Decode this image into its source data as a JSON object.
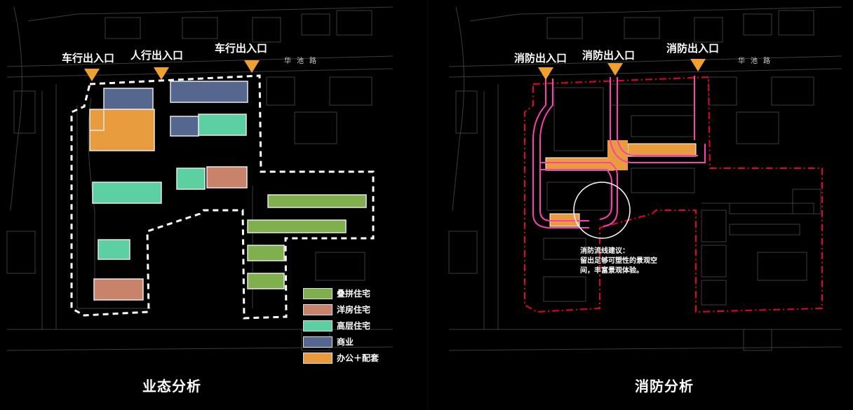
{
  "left_panel": {
    "title": "业态分析",
    "entrances": [
      {
        "label": "车行出入口"
      },
      {
        "label": "人行出入口"
      },
      {
        "label": "车行出入口"
      }
    ],
    "road_label": "华池路",
    "legend": [
      {
        "label": "叠拼住宅",
        "color": "#7fb04d"
      },
      {
        "label": "洋房住宅",
        "color": "#c9836b"
      },
      {
        "label": "高层住宅",
        "color": "#5cd0a3"
      },
      {
        "label": "商业",
        "color": "#55668f"
      },
      {
        "label": "办公＋配套",
        "color": "#e89c3e"
      }
    ]
  },
  "right_panel": {
    "title": "消防分析",
    "entrances": [
      {
        "label": "消防出入口"
      },
      {
        "label": "消防出入口"
      },
      {
        "label": "消防出入口"
      }
    ],
    "road_label": "华池路",
    "note": {
      "heading": "消防流线建议：",
      "line1": "留出足够可塑性的景观空",
      "line2": "间，丰富景观体验。"
    }
  },
  "colors": {
    "marker": "#f0a030",
    "fire_route": "#ff3fb0",
    "fire_boundary": "#e8002a",
    "site_boundary": "#ffffff",
    "linework": "#4a4a4a"
  }
}
